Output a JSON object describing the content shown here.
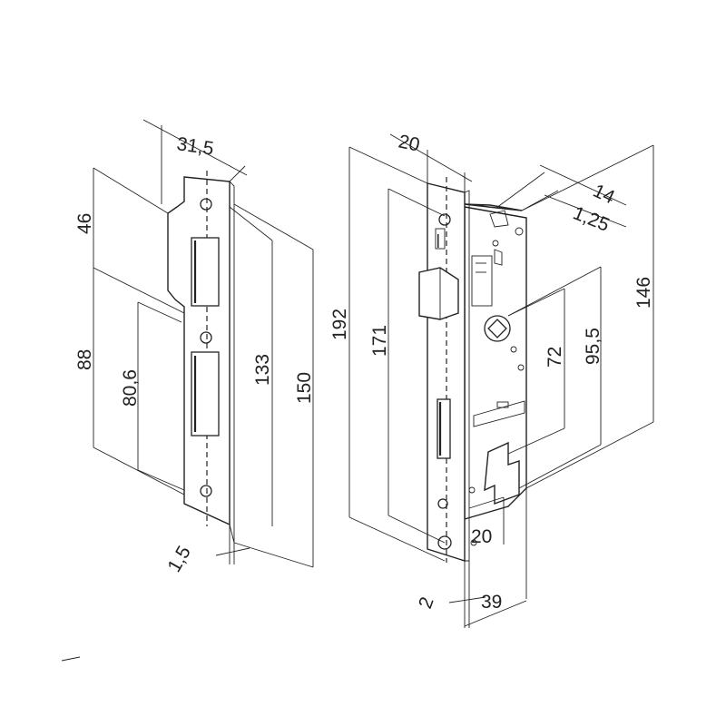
{
  "strike_plate": {
    "dims": {
      "width": "31,5",
      "upper": "46",
      "lower": "88",
      "slot_span": "80,6",
      "inner_height": "133",
      "total_height": "150",
      "thickness": "1,5"
    }
  },
  "lock_body": {
    "dims": {
      "faceplate_width": "20",
      "case_depth_top": "14",
      "case_offset": "1,25",
      "total_height": "192",
      "inner_height": "171",
      "case_height": "146",
      "follower_to_cylinder": "72",
      "pitch": "95,5",
      "backset": "20",
      "plate_thickness": "2",
      "case_depth": "39"
    }
  }
}
